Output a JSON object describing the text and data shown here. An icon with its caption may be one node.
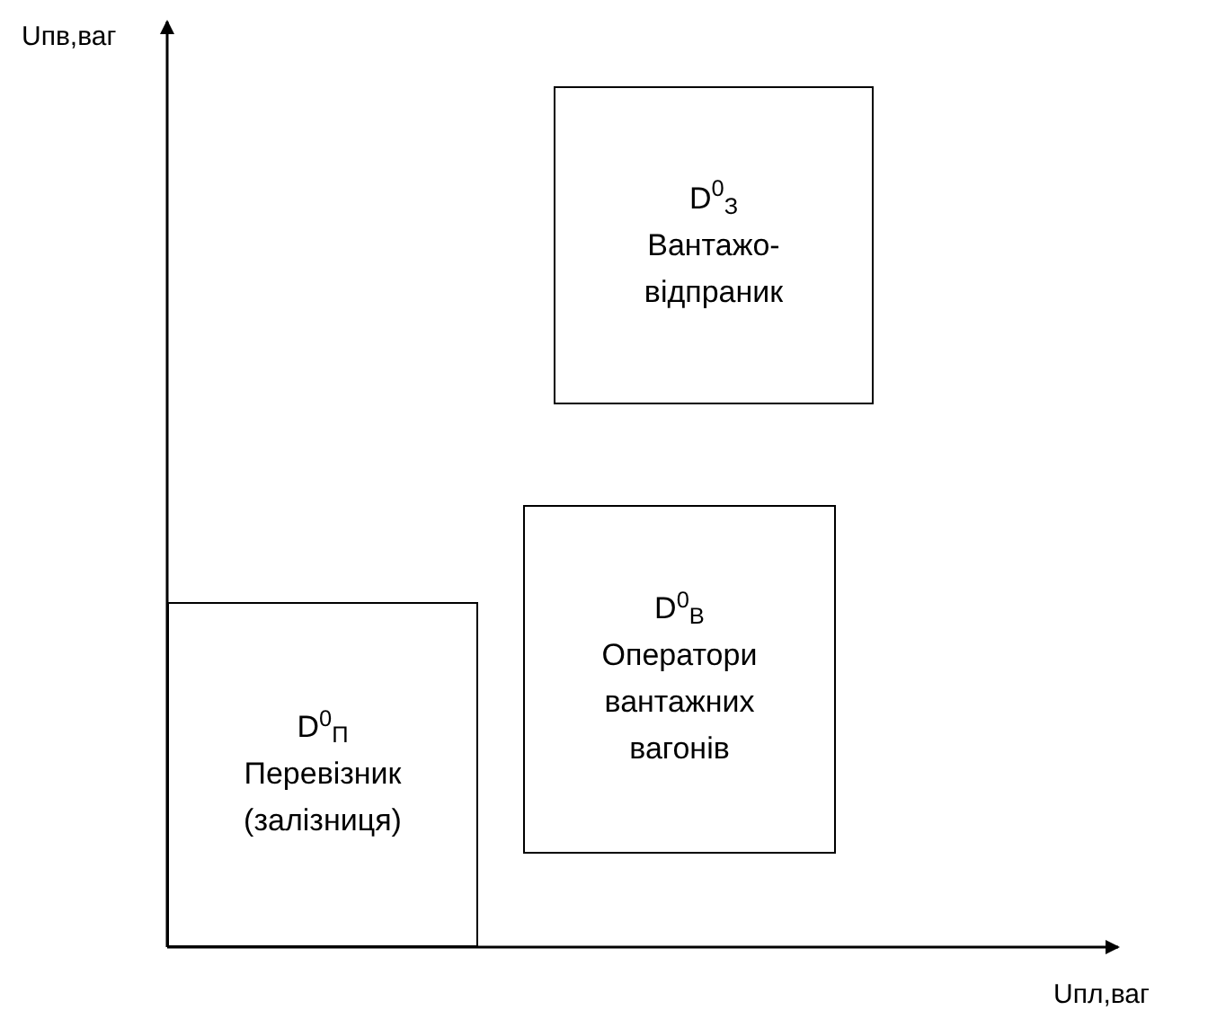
{
  "diagram": {
    "nodes": [
      {
        "text": [
          "D$^{0}$$_{З}$",
          "Вантажо-відпраник"
        ]
      },
      {
        "text": [
          "D$^{0}$$_{В}$",
          "Оператори вантажних вагонів"
        ]
      },
      {
        "text": [
          "D$^{0}$$_{П}$",
          "Перевізник (залізниця)"
        ]
      }
    ],
    "labels": [
      "Uпв,ваг",
      "Uпл,ваг"
    ]
  }
}
